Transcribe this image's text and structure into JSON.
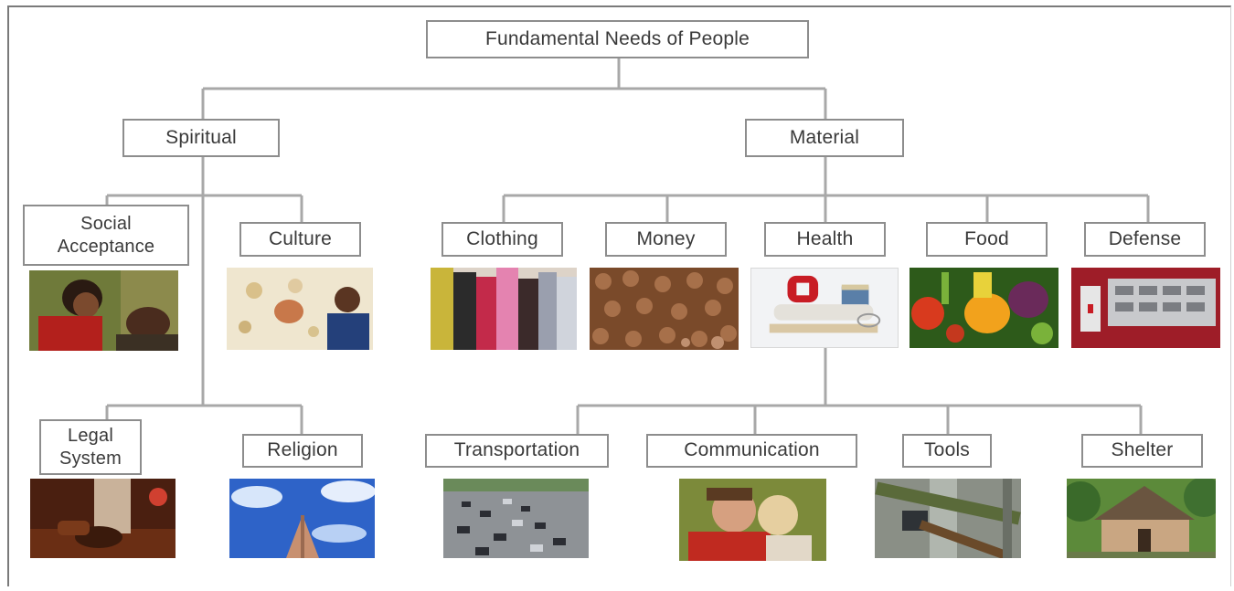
{
  "root": "Fundamental Needs of People",
  "branches": {
    "spiritual": {
      "label": "Spiritual",
      "children": [
        "Social Acceptance",
        "Culture",
        "Legal System",
        "Religion"
      ]
    },
    "material": {
      "label": "Material",
      "children": [
        "Clothing",
        "Money",
        "Health",
        "Food",
        "Defense",
        "Transportation",
        "Communication",
        "Tools",
        "Shelter"
      ]
    }
  },
  "nodes": {
    "social_acceptance": {
      "line1": "Social",
      "line2": "Acceptance"
    },
    "culture": "Culture",
    "legal_system": {
      "line1": "Legal",
      "line2": "System"
    },
    "religion": "Religion",
    "clothing": "Clothing",
    "money": "Money",
    "health": "Health",
    "food": "Food",
    "defense": "Defense",
    "transportation": "Transportation",
    "communication": "Communication",
    "tools": "Tools",
    "shelter": "Shelter"
  },
  "photos": {
    "social_acceptance": "mother-and-child-photo",
    "culture": "child-at-festival-photo",
    "legal_system": "gavel-photo",
    "religion": "praying-hands-sky-photo",
    "clothing": "clothing-rack-photo",
    "money": "coins-photo",
    "health": "first-aid-supplies-photo",
    "food": "vegetables-photo",
    "defense": "fire-alarm-panel-photo",
    "transportation": "highway-traffic-photo",
    "communication": "children-whispering-photo",
    "tools": "hammer-photo",
    "shelter": "hut-photo"
  },
  "colors": {
    "line": "#a8a8a8",
    "box_border": "#8d8d8d",
    "text": "#3a3a3a"
  }
}
